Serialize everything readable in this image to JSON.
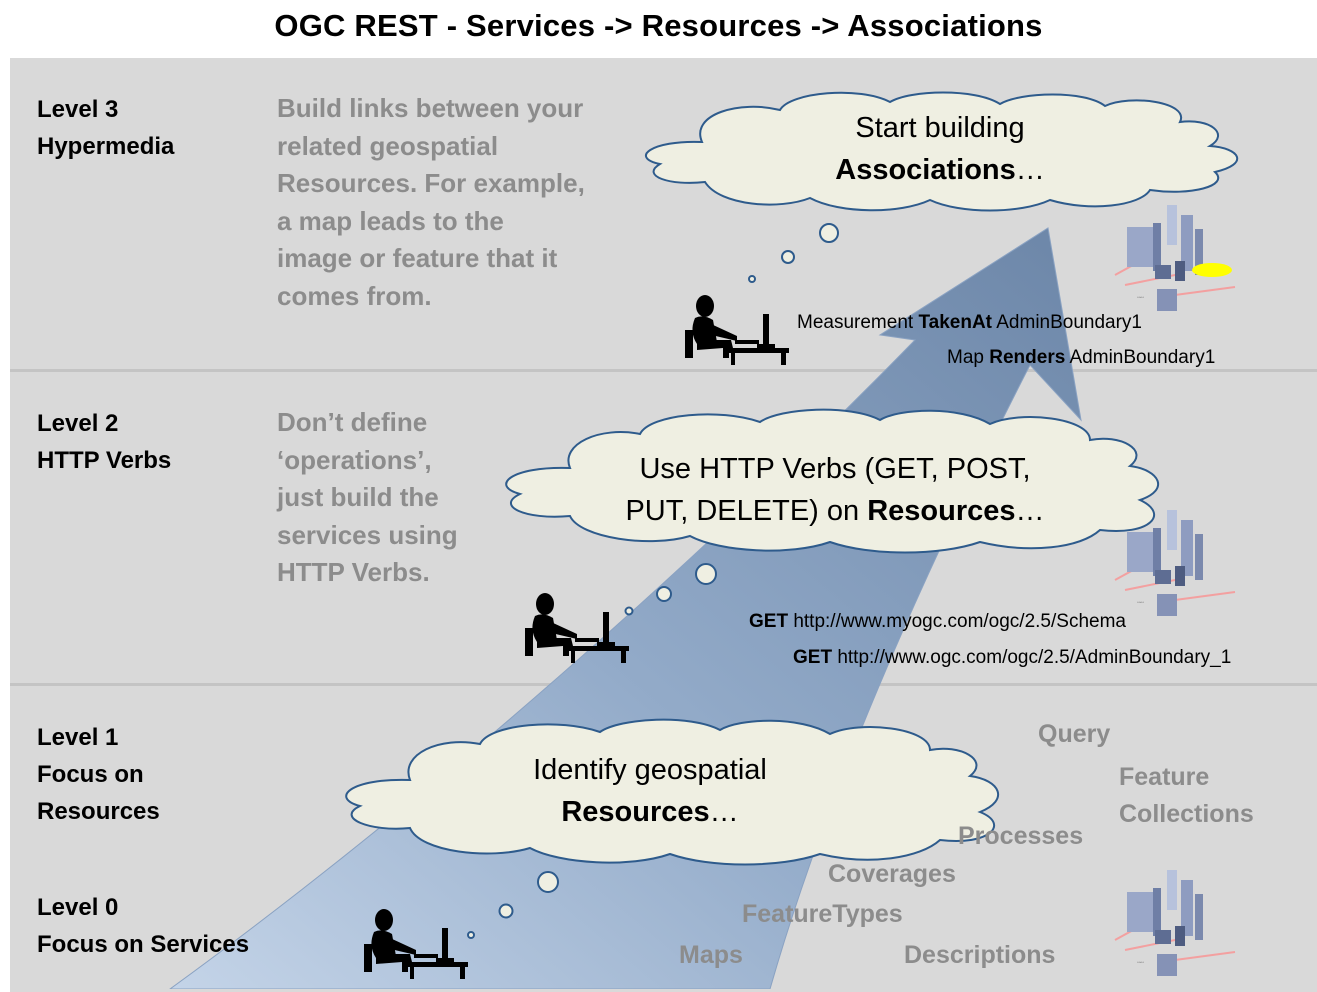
{
  "title": "OGC REST - Services -> Resources -> Associations",
  "levels": {
    "l3": {
      "line1": "Level 3",
      "line2": "Hypermedia"
    },
    "l2": {
      "line1": "Level 2",
      "line2": "HTTP Verbs"
    },
    "l1": {
      "line1": "Level 1",
      "line2": "Focus on",
      "line3": "Resources"
    },
    "l0": {
      "line1": "Level 0",
      "line2": "Focus on Services"
    }
  },
  "descriptions": {
    "l3": [
      "Build links between your",
      "related geospatial",
      "Resources. For example,",
      "a map leads to the",
      "image or feature that it",
      "comes from."
    ],
    "l2": [
      "Don’t define",
      "‘operations’,",
      "just build the",
      "services using",
      "HTTP Verbs."
    ]
  },
  "clouds": {
    "c3": {
      "line1": "Start building",
      "bold": "Associations",
      "tail": "…"
    },
    "c2": {
      "line1": "Use HTTP Verbs (GET, POST,",
      "pre": "PUT, DELETE) on ",
      "bold": "Resources",
      "tail": "…"
    },
    "c1": {
      "line1": "Identify geospatial",
      "bold": "Resources",
      "tail": "…"
    }
  },
  "associations": [
    {
      "a": "Measurement ",
      "verb": "TakenAt",
      "b": " AdminBoundary1"
    },
    {
      "a": "Map ",
      "verb": "Renders",
      "b": " AdminBoundary1"
    }
  ],
  "requests": [
    {
      "method": "GET",
      "url": " http://www.myogc.com/ogc/2.5/Schema"
    },
    {
      "method": "GET",
      "url": " http://www.ogc.com/ogc/2.5/AdminBoundary_1"
    }
  ],
  "resources": [
    "Query",
    "Feature",
    "Collections",
    "Processes",
    "Coverages",
    "FeatureTypes",
    "Maps",
    "Descriptions"
  ],
  "colors": {
    "band": "#d9d9d9",
    "cloud_fill": "#efefe2",
    "cloud_stroke": "#2e5b8c",
    "arrow_blue": "#6f8eb6",
    "gray_text": "#8c8c8c"
  },
  "icons": [
    "person-at-computer-icon",
    "city-map-icon"
  ]
}
